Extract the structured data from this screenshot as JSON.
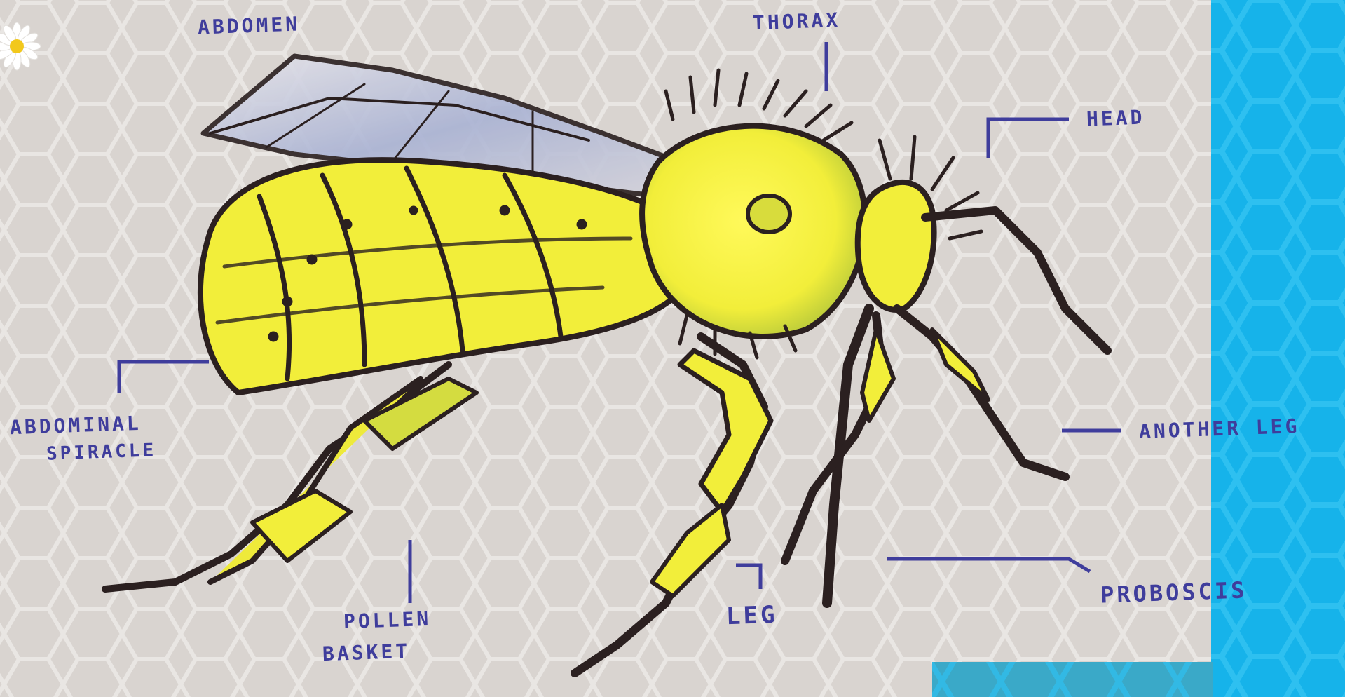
{
  "diagram": {
    "colors": {
      "paper": "#d9d4d0",
      "ink": "#3f3d9c",
      "outline": "#2b2020",
      "body": "#f2ee3a",
      "shade": "#c9d63a",
      "wing": "#b9bfd6",
      "side_panel": "#16b3ea"
    },
    "labels": {
      "abdomen": "ABDOMEN",
      "thorax": "THORAX",
      "head": "HEAD",
      "spiracle_line1": "ABDOMINAL",
      "spiracle_line2": "SPIRACLE",
      "another_leg": "ANOTHER LEG",
      "pollen_line1": "POLLEN",
      "pollen_line2": "BASKET",
      "leg": "LEG",
      "proboscis": "PROBOSCIS"
    },
    "icons": [
      "daisy-icon",
      "honeycomb-pattern",
      "bee-illustration"
    ]
  }
}
